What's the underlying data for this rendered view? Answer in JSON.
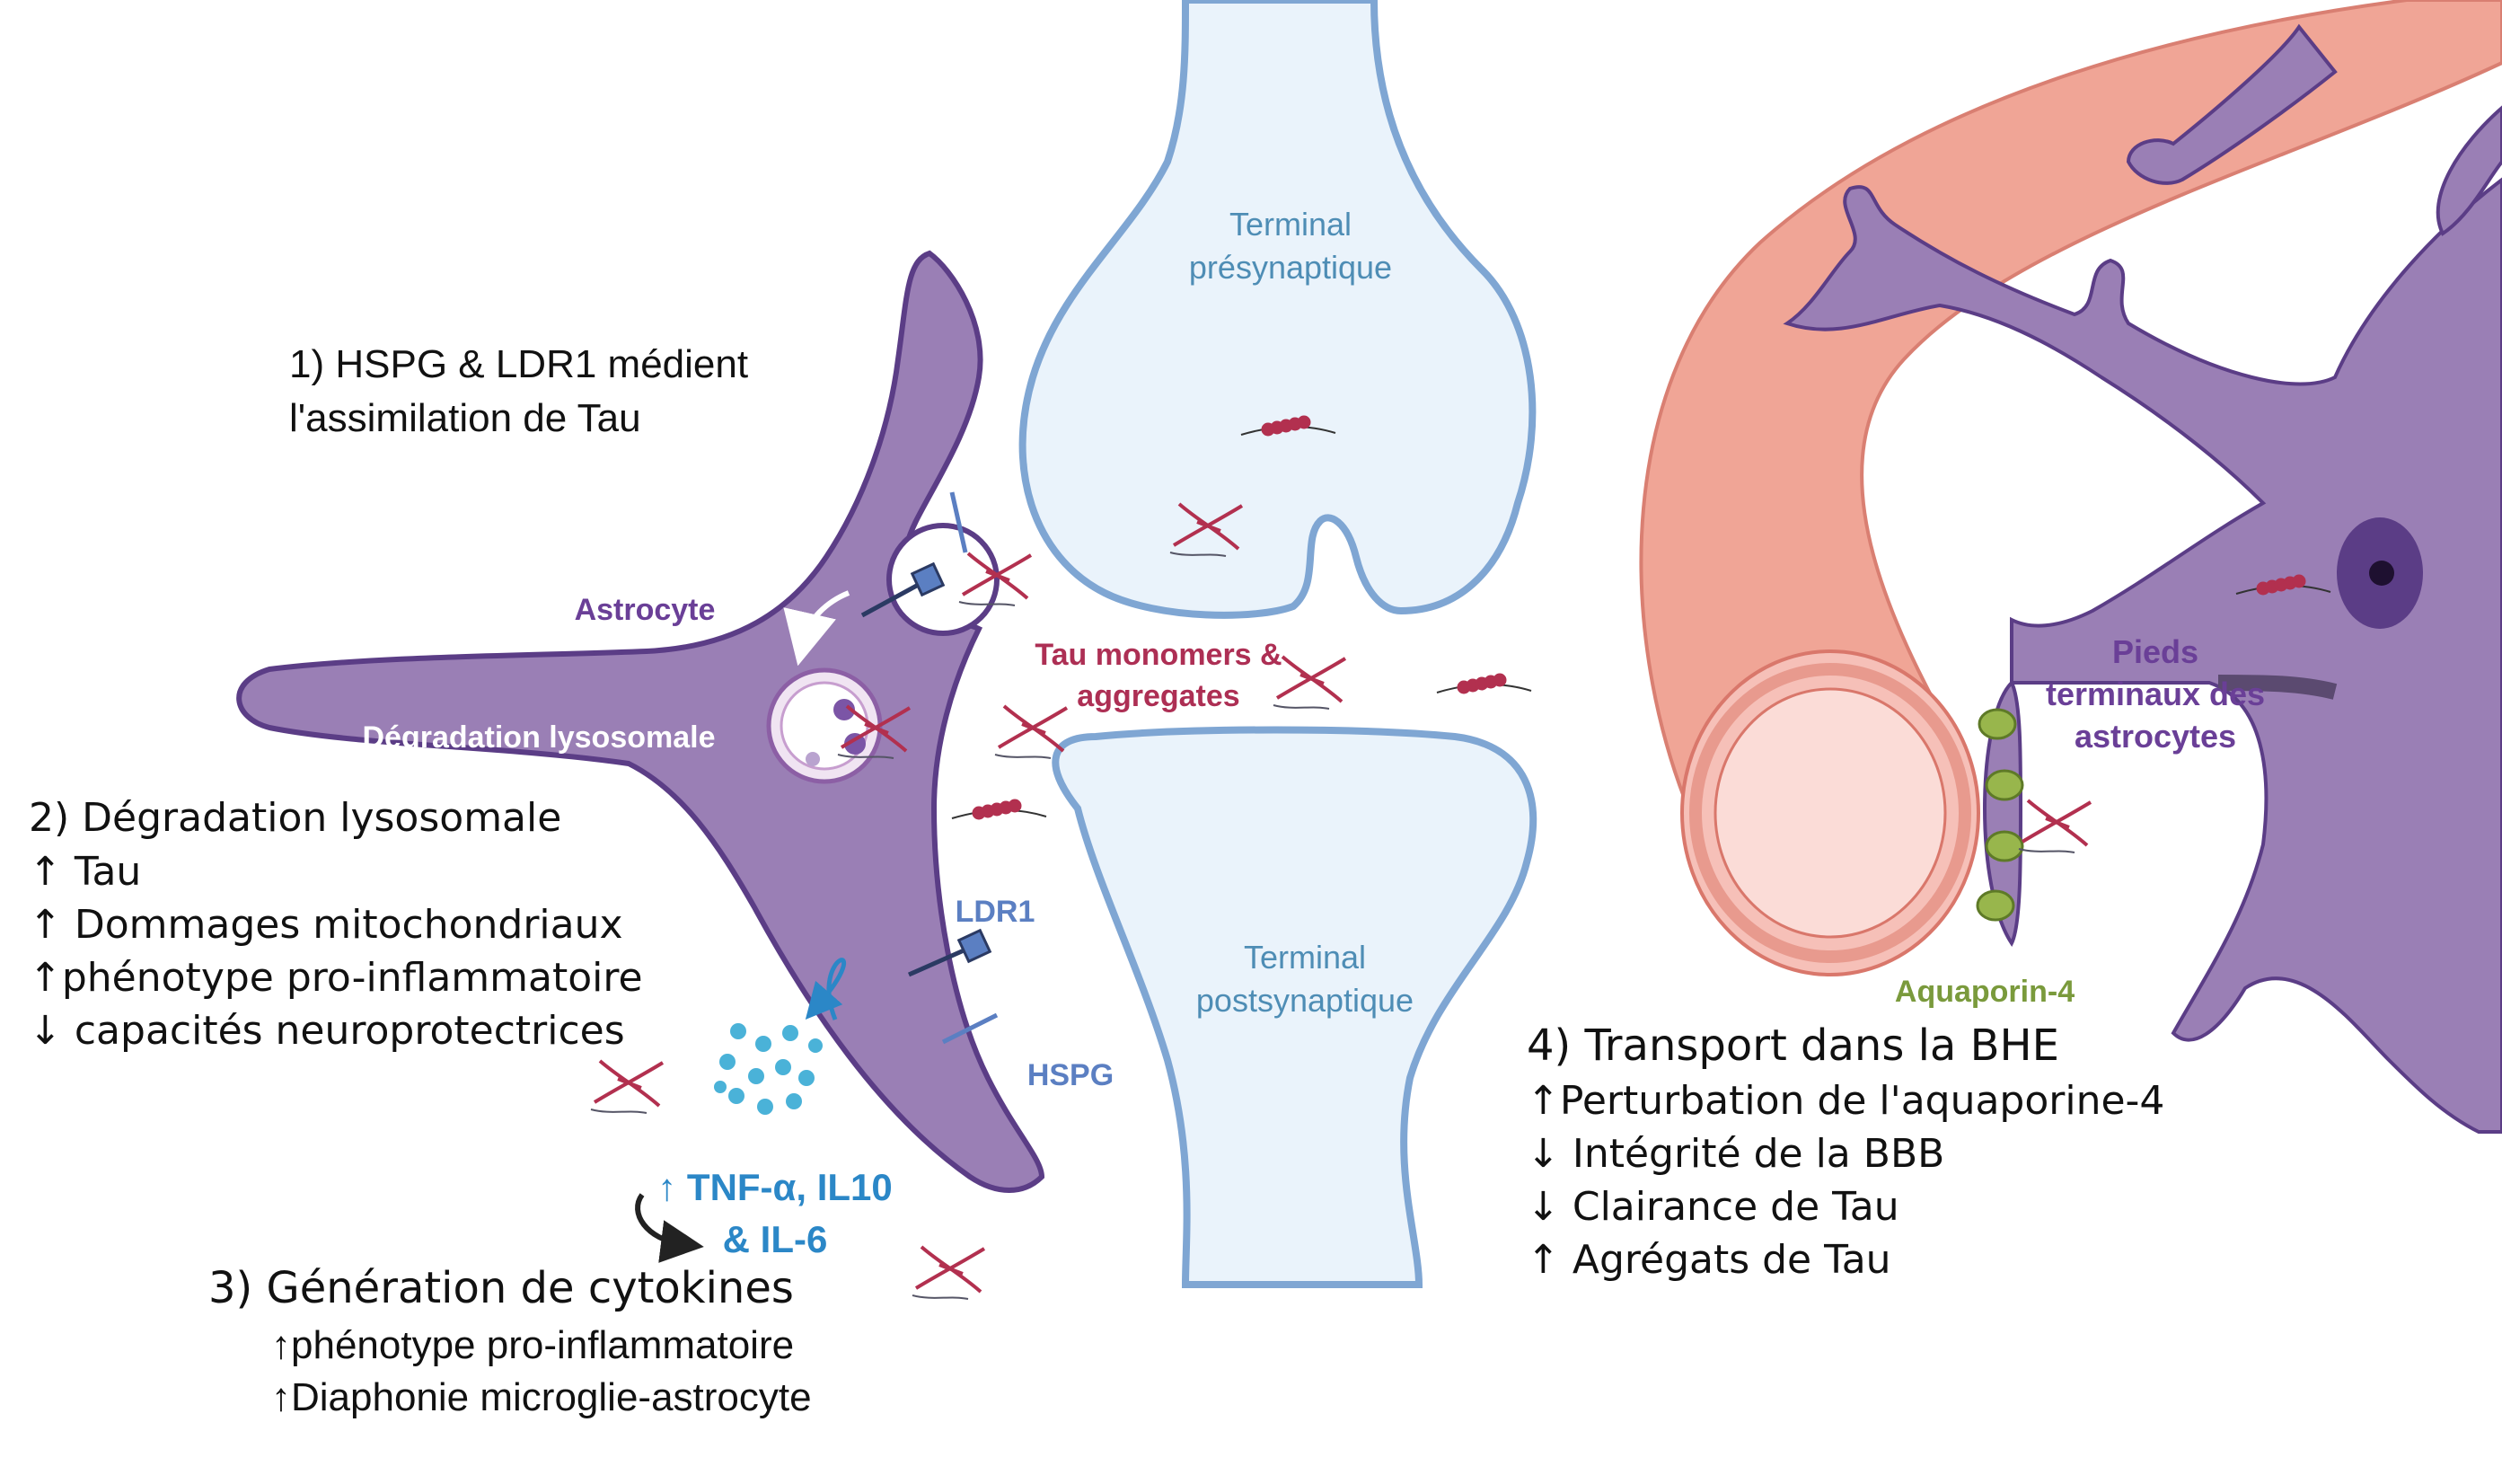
{
  "labels": {
    "presynaptic": [
      "Terminal",
      "présynaptique"
    ],
    "postsynaptic": [
      "Terminal",
      "postsynaptique"
    ],
    "astrocyte": "Astrocyte",
    "lysosomal_degradation": "Dégradation lysosomale",
    "tau_monomers": [
      "Tau monomers &",
      "aggregates"
    ],
    "ldr1": "LDR1",
    "hspg": "HSPG",
    "cytokines": [
      "↑ TNF-α, IL10",
      "& IL-6"
    ],
    "end_feet": [
      "Pieds",
      "terminaux des",
      "astrocytes"
    ],
    "aquaporin": "Aquaporin-4"
  },
  "step1": {
    "lines": [
      "1) HSPG & LDR1  médient",
      "l'assimilation de Tau"
    ]
  },
  "step2": {
    "title": "2) Dégradation lysosomale",
    "lines": [
      "↑ Tau",
      "↑ Dommages mitochondriaux",
      "↑phénotype pro-inflammatoire",
      "↓ capacités neuroprotectrices"
    ]
  },
  "step3": {
    "title": "3) Génération de cytokines",
    "lines": [
      "↑phénotype pro-inflammatoire",
      "↑Diaphonie microglie-astrocyte"
    ]
  },
  "step4": {
    "title": "4) Transport dans la BHE",
    "lines": [
      "↑Perturbation de l'aquaporine-4",
      "↓ Intégrité de la BBB",
      "↓ Clairance de Tau",
      "↑ Agrégats de Tau"
    ]
  },
  "colors": {
    "astrocyte_fill": "#9a7fb5",
    "astrocyte_stroke": "#5b3d86",
    "astrocyte_label": "#6a3f97",
    "synapse_fill": "#eaf3fb",
    "synapse_stroke": "#7fa6d3",
    "synapse_label": "#4e8db5",
    "tau": "#b2304f",
    "tau_label": "#ad2f54",
    "vessel": "#f0a596",
    "vessel_lumen": "#f8d3ce",
    "aquaporin": "#7a9a3c",
    "cytokine": "#2b87c7",
    "receptor": "#5b7fc2"
  }
}
